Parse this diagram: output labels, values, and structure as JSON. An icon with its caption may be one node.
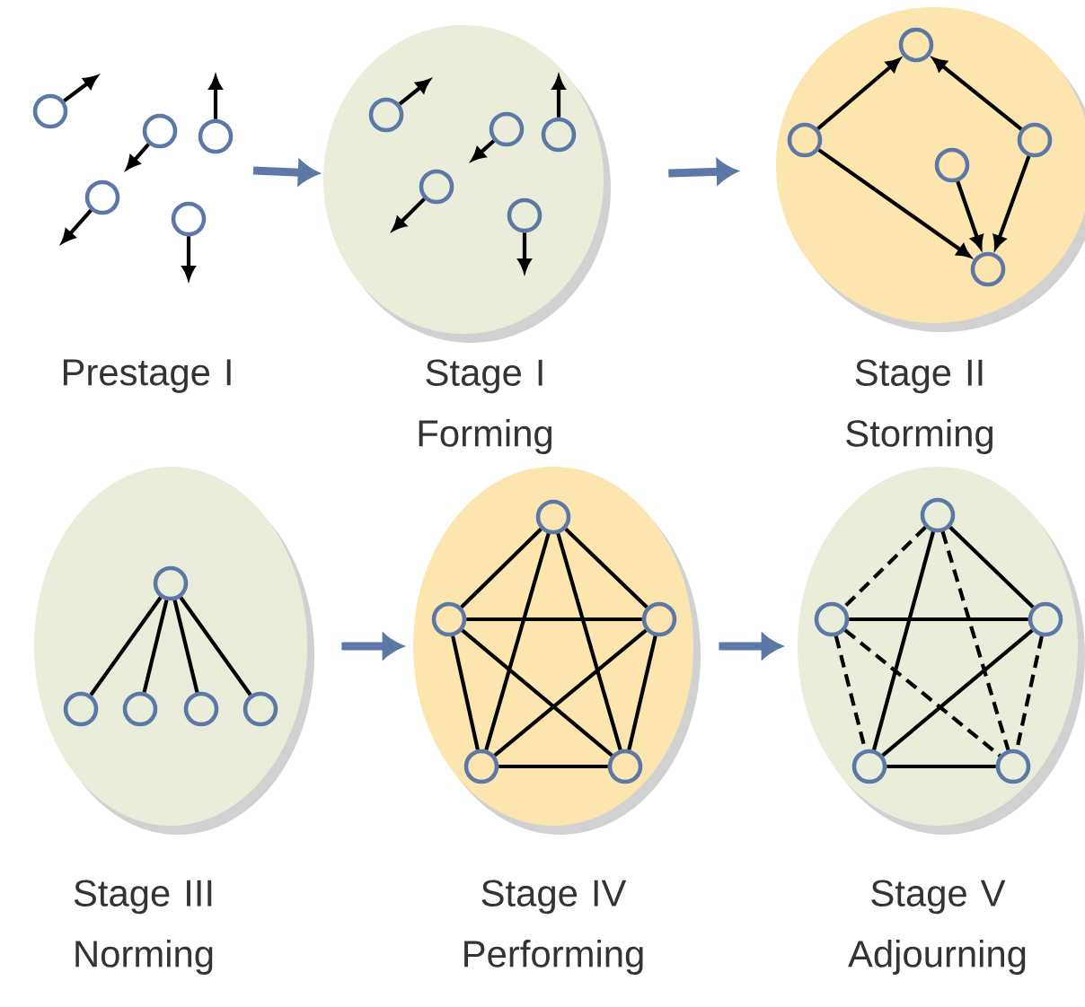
{
  "diagram": {
    "nodes": [
      {
        "text": [
          "Prestage I"
        ]
      },
      {
        "text": [
          "Stage I Forming"
        ]
      },
      {
        "text": [
          "Stage II Storming"
        ]
      },
      {
        "text": [
          "Stage III Norming"
        ]
      },
      {
        "text": [
          "Stage IV Performing"
        ]
      },
      {
        "text": [
          "Stage V Adjourning"
        ]
      },
      {
        "text": [],
        "shape": "circle"
      },
      {
        "text": [],
        "shape": "circle"
      },
      {
        "text": [],
        "shape": "circle"
      },
      {
        "text": [],
        "shape": "circle"
      },
      {
        "text": [],
        "shape": "circle"
      },
      {
        "text": [],
        "shape": "circle",
        "in": 1
      },
      {
        "text": [],
        "shape": "circle",
        "in": 1
      },
      {
        "text": [],
        "shape": "circle",
        "in": 1
      },
      {
        "text": [],
        "shape": "circle",
        "in": 1
      },
      {
        "text": [],
        "shape": "circle",
        "in": 1
      },
      {
        "text": [],
        "shape": "circle",
        "in": 2
      },
      {
        "text": [],
        "shape": "circle",
        "in": 2
      },
      {
        "text": [],
        "shape": "circle",
        "in": 2
      },
      {
        "text": [],
        "shape": "circle",
        "in": 2
      },
      {
        "text": [],
        "shape": "circle",
        "in": 2
      },
      {
        "text": [],
        "shape": "circle",
        "in": 3
      },
      {
        "text": [],
        "shape": "circle",
        "in": 3
      },
      {
        "text": [],
        "shape": "circle",
        "in": 3
      },
      {
        "text": [],
        "shape": "circle",
        "in": 3
      },
      {
        "text": [],
        "shape": "circle",
        "in": 3
      },
      {
        "text": [],
        "shape": "circle",
        "in": 4
      },
      {
        "text": [],
        "shape": "circle",
        "in": 4
      },
      {
        "text": [],
        "shape": "circle",
        "in": 4
      },
      {
        "text": [],
        "shape": "circle",
        "in": 4
      },
      {
        "text": [],
        "shape": "circle",
        "in": 4
      },
      {
        "text": [],
        "shape": "circle",
        "in": 5
      },
      {
        "text": [],
        "shape": "circle",
        "in": 5
      },
      {
        "text": [],
        "shape": "circle",
        "in": 5
      },
      {
        "text": [],
        "shape": "circle",
        "in": 5
      },
      {
        "text": [],
        "shape": "circle",
        "in": 5
      }
    ],
    "edges": [
      {
        "from": 6,
        "to": null,
        "arrow": "to"
      },
      {
        "from": 7,
        "to": null,
        "arrow": "to"
      },
      {
        "from": 8,
        "to": null,
        "arrow": "to"
      },
      {
        "from": 9,
        "to": null,
        "arrow": "to"
      },
      {
        "from": 10,
        "to": null,
        "arrow": "to"
      },
      {
        "from": 11,
        "to": null,
        "arrow": "to"
      },
      {
        "from": 12,
        "to": null,
        "arrow": "to"
      },
      {
        "from": 13,
        "to": null,
        "arrow": "to"
      },
      {
        "from": 14,
        "to": null,
        "arrow": "to"
      },
      {
        "from": 15,
        "to": null,
        "arrow": "to"
      },
      {
        "from": 17,
        "to": 16,
        "arrow": "to"
      },
      {
        "from": 19,
        "to": 16,
        "arrow": "to"
      },
      {
        "from": 17,
        "to": 20,
        "arrow": "to"
      },
      {
        "from": 18,
        "to": 20,
        "arrow": "to"
      },
      {
        "from": 19,
        "to": 20,
        "arrow": "to"
      },
      {
        "from": 21,
        "to": 22,
        "arrow": "none"
      },
      {
        "from": 21,
        "to": 23,
        "arrow": "none"
      },
      {
        "from": 21,
        "to": 24,
        "arrow": "none"
      },
      {
        "from": 21,
        "to": 25,
        "arrow": "none"
      },
      {
        "from": 26,
        "to": 27,
        "arrow": "none"
      },
      {
        "from": 26,
        "to": 28,
        "arrow": "none"
      },
      {
        "from": 26,
        "to": 29,
        "arrow": "none"
      },
      {
        "from": 26,
        "to": 30,
        "arrow": "none"
      },
      {
        "from": 27,
        "to": 28,
        "arrow": "none"
      },
      {
        "from": 27,
        "to": 29,
        "arrow": "none"
      },
      {
        "from": 27,
        "to": 30,
        "arrow": "none"
      },
      {
        "from": 28,
        "to": 29,
        "arrow": "none"
      },
      {
        "from": 28,
        "to": 30,
        "arrow": "none"
      },
      {
        "from": 29,
        "to": 30,
        "arrow": "none"
      },
      {
        "from": 31,
        "to": 32,
        "arrow": "none",
        "style": "dashed"
      },
      {
        "from": 31,
        "to": 33,
        "arrow": "none"
      },
      {
        "from": 31,
        "to": 34,
        "arrow": "none"
      },
      {
        "from": 31,
        "to": 35,
        "arrow": "none",
        "style": "dashed"
      },
      {
        "from": 32,
        "to": 33,
        "arrow": "none"
      },
      {
        "from": 32,
        "to": 34,
        "arrow": "none",
        "style": "dashed"
      },
      {
        "from": 32,
        "to": 35,
        "arrow": "none",
        "style": "dashed"
      },
      {
        "from": 33,
        "to": 34,
        "arrow": "none"
      },
      {
        "from": 33,
        "to": 35,
        "arrow": "none",
        "style": "dashed"
      },
      {
        "from": 34,
        "to": 35,
        "arrow": "none"
      },
      {
        "from": null,
        "to": 1,
        "arrow": "to",
        "style": "thick",
        "color": "#5b78a6"
      },
      {
        "from": 1,
        "to": 2,
        "arrow": "to",
        "style": "thick",
        "color": "#5b78a6"
      },
      {
        "from": 3,
        "to": 4,
        "arrow": "to",
        "style": "thick",
        "color": "#5b78a6"
      },
      {
        "from": 4,
        "to": 5,
        "arrow": "to",
        "style": "thick",
        "color": "#5b78a6"
      }
    ]
  }
}
